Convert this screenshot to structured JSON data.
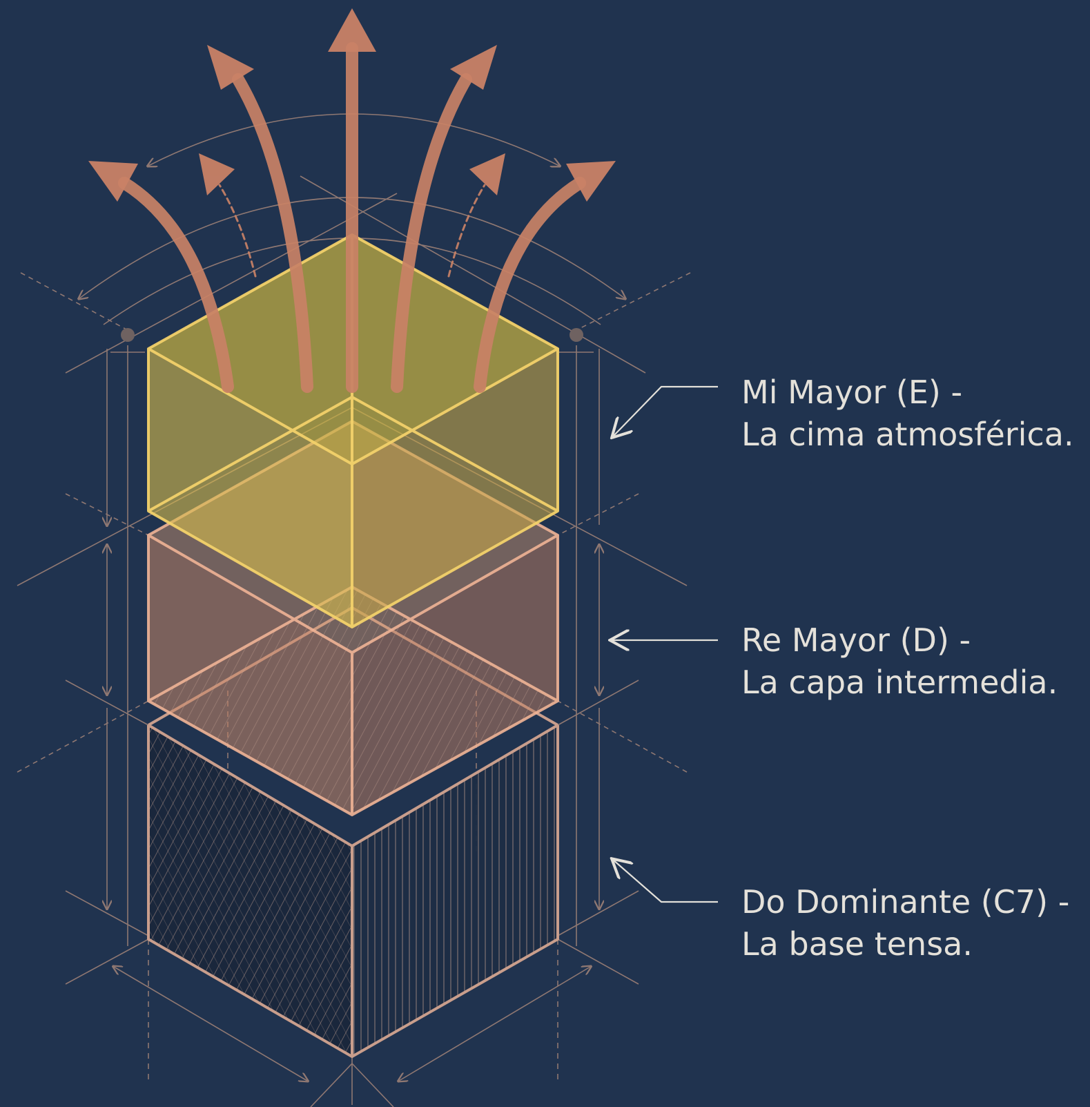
{
  "colors": {
    "background": "#20334f",
    "line": "#b58f7e",
    "arrow": "#c98266",
    "label_text": "#e4e1da",
    "top_block": "#d4bd48",
    "top_block_edge": "#f2d16a",
    "middle_block": "#d08a6a",
    "middle_block_edge": "#f0b496",
    "bottom_block": "#1c2a40",
    "bottom_block_edge": "#c99e8c"
  },
  "layers": [
    {
      "id": "top",
      "line1": "Mi Mayor (E) -",
      "line2": "La cima atmosférica.",
      "pointer": "down-left-arrow"
    },
    {
      "id": "middle",
      "line1": "Re Mayor (D) -",
      "line2": "La capa intermedia.",
      "pointer": "left-arrow"
    },
    {
      "id": "bottom",
      "line1": "Do Dominante (C7) -",
      "line2": "La base tensa.",
      "pointer": "up-left-arrow"
    }
  ]
}
